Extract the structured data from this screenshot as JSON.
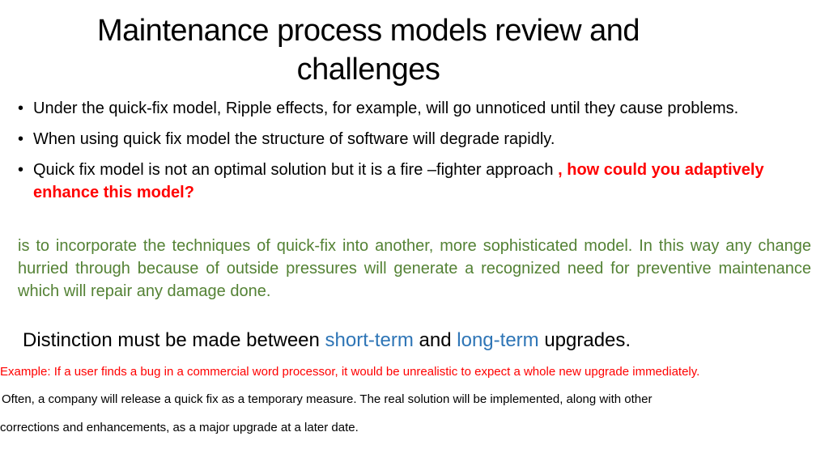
{
  "title": {
    "line1": "Maintenance process models review and",
    "line2": "challenges"
  },
  "bullets": [
    {
      "text": "Under the quick-fix model, Ripple effects, for example, will go unnoticed until they cause problems."
    },
    {
      "text": "When using quick fix model the structure of software will degrade rapidly."
    },
    {
      "text": "Quick fix model is not an optimal solution but it is a fire –fighter approach ",
      "highlight": ", how could  you adaptively enhance this model?"
    }
  ],
  "green_paragraph": "is to incorporate the techniques of quick-fix into another, more sophisticated model. In this way any change hurried through because of outside pressures will generate a recognized need for preventive maintenance which will repair any damage done.",
  "distinction": {
    "part1": "Distinction must be made between ",
    "term1": "short-term",
    "part2": " and ",
    "term2": "long-term",
    "part3": " upgrades."
  },
  "example": "Example: If a user finds a bug in a commercial word processor, it would be unrealistic to expect a whole new upgrade immediately.",
  "note_line1": "Often, a company will release a quick fix as a temporary measure. The real solution will be implemented, along with other",
  "note_line2": "corrections and enhancements, as a major upgrade at a later date.",
  "colors": {
    "highlight_red": "#ff0000",
    "green_text": "#548235",
    "blue_term": "#2e75b6"
  }
}
